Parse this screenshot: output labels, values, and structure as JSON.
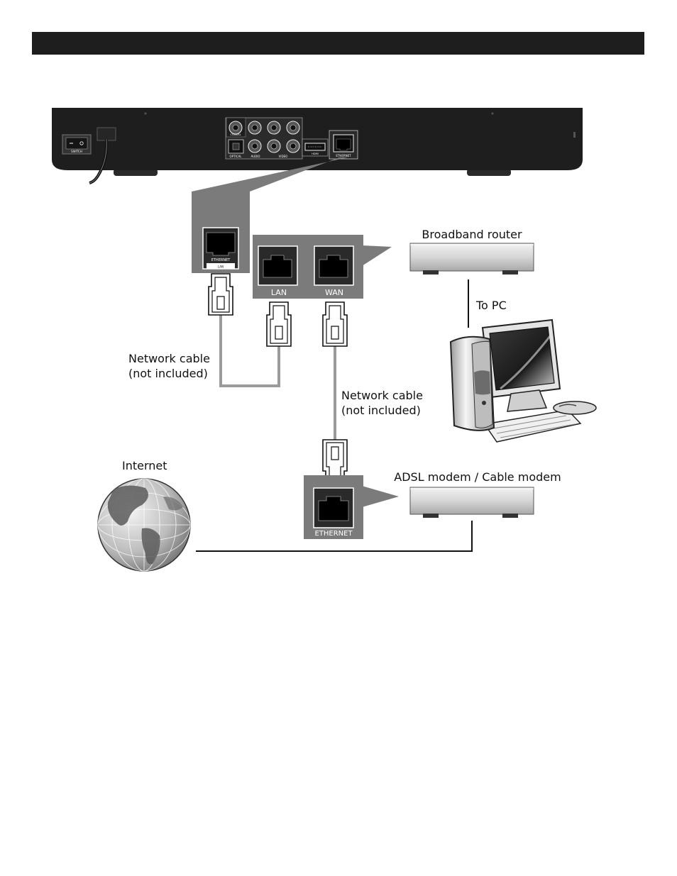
{
  "header": {
    "title": ""
  },
  "device_panel": {
    "switch_label": "SWITCH",
    "coaxial_label": "COAXIAL",
    "optical_label": "OPTICAL",
    "audio_label": "AUDIO",
    "video_label": "VIDEO",
    "hdmi_label": "HDMI",
    "ethernet_label": "ETHERNET"
  },
  "zoom_lan": {
    "port_label": "ETHERNET",
    "caption": "LAN"
  },
  "router_ports": {
    "lan": "LAN",
    "wan": "WAN"
  },
  "router": {
    "label": "Broadband router"
  },
  "pc": {
    "label": "To PC"
  },
  "cable_1": {
    "line1": "Network cable",
    "line2": "(not included)"
  },
  "cable_2": {
    "line1": "Network cable",
    "line2": "(not included)"
  },
  "internet": {
    "label": "Internet"
  },
  "modem": {
    "label": "ADSL modem / Cable modem",
    "port_label": "ETHERNET"
  },
  "colors": {
    "dark": "#1e1e1e",
    "panel_grey": "#7b7b7b",
    "cable_grey": "#9a9a9a",
    "box_grey": "#d8d8d8"
  }
}
